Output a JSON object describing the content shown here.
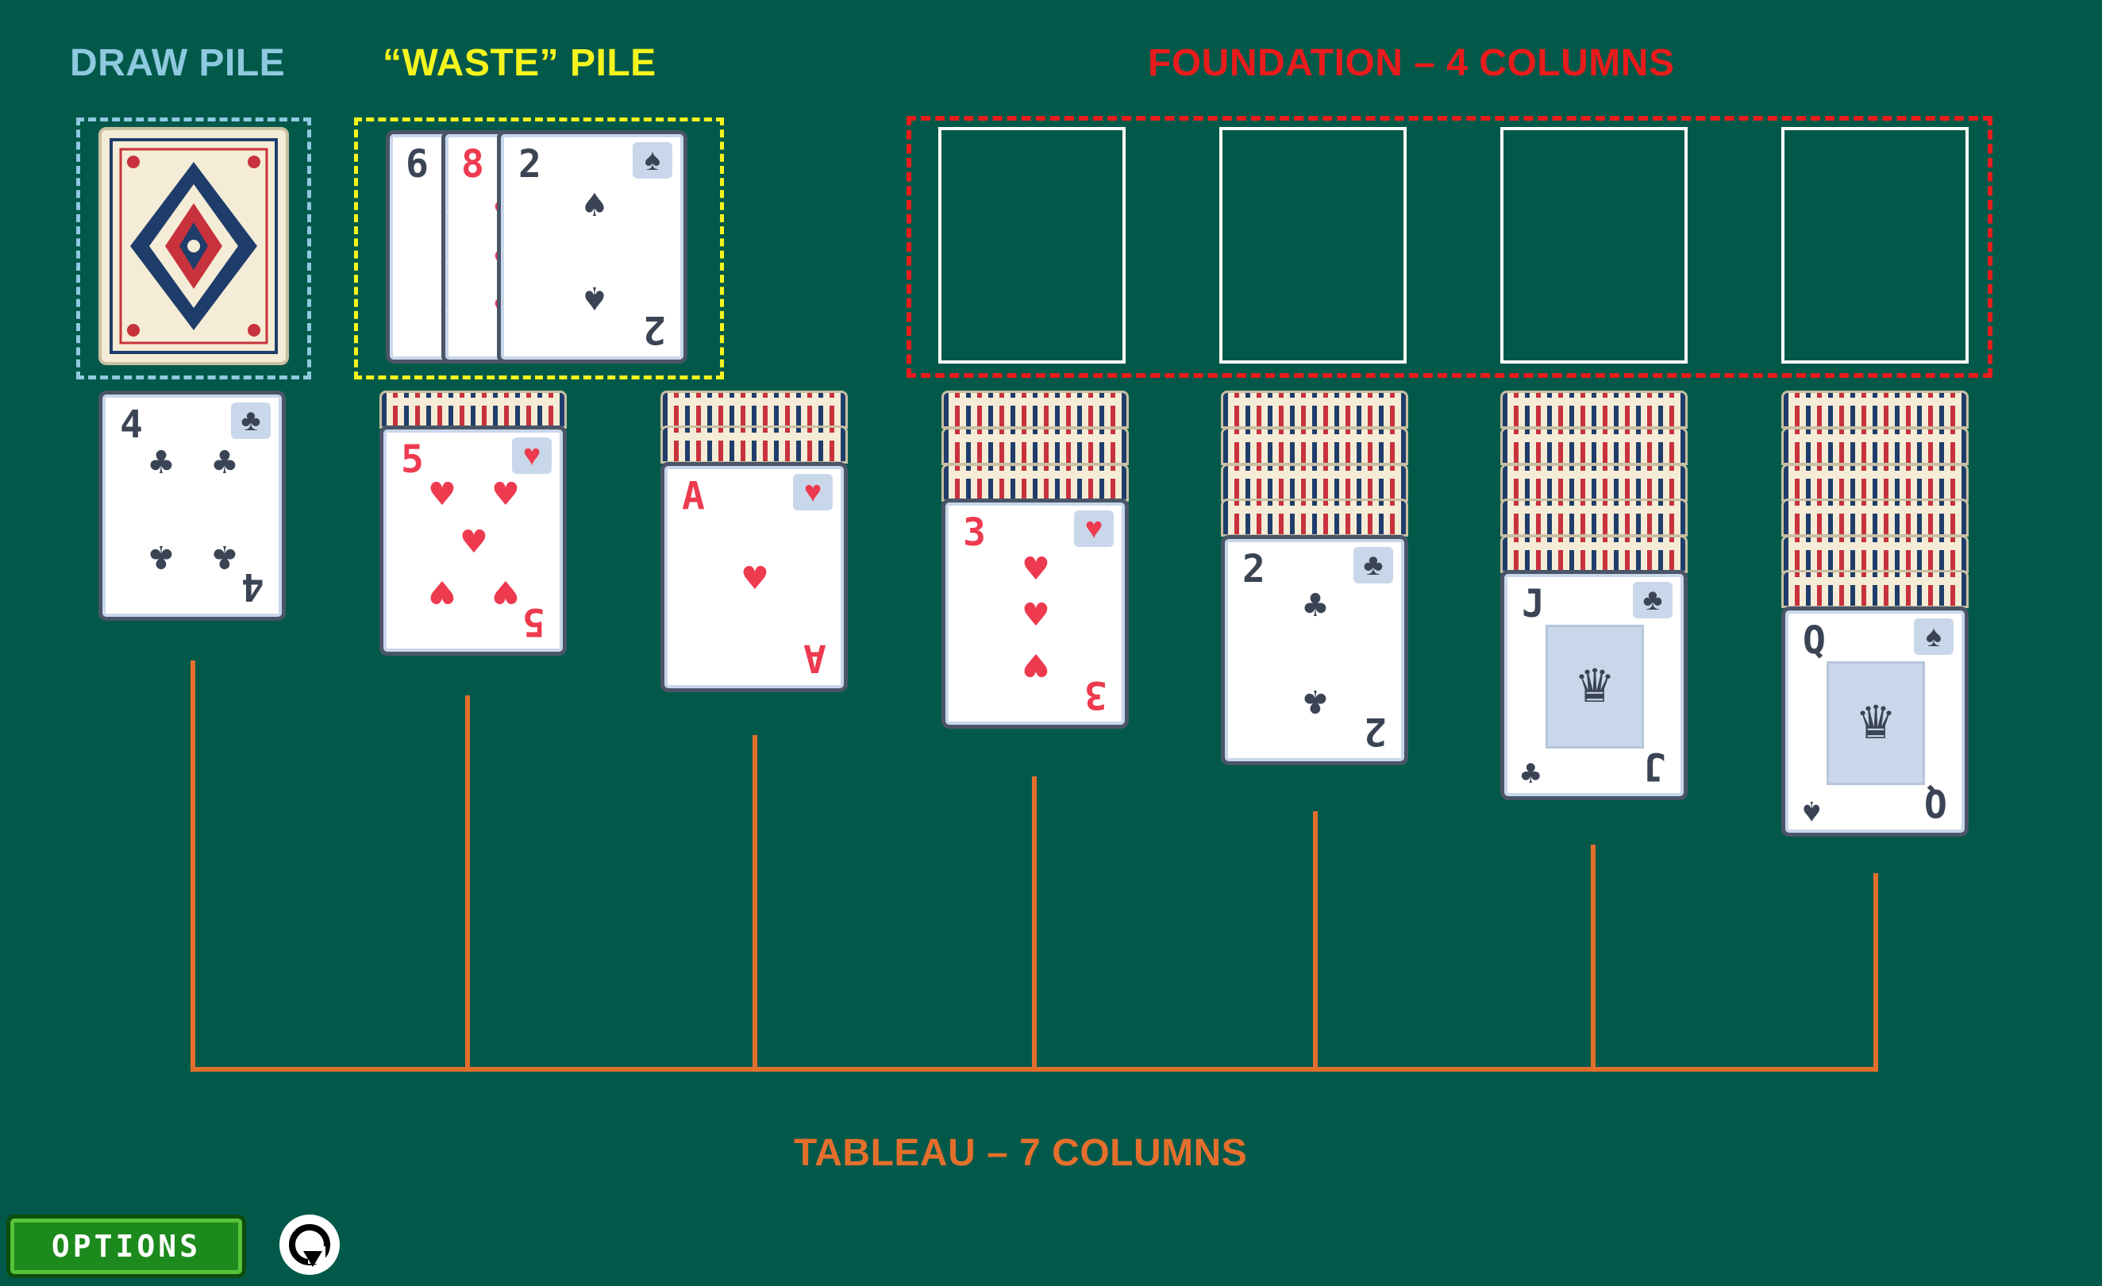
{
  "labels": {
    "draw_pile": "DRAW PILE",
    "waste_pile": "“WASTE” PILE",
    "foundation": "FOUNDATION – 4 COLUMNS",
    "tableau": "TABLEAU – 7 COLUMNS"
  },
  "colors": {
    "background": "#02594a",
    "draw_label": "#8ec9e0",
    "waste_label": "#f5f51d",
    "foundation_label": "#e81c1c",
    "tableau_label": "#e46f2c"
  },
  "waste": [
    {
      "rank": "6",
      "suit": "spade-icon"
    },
    {
      "rank": "8",
      "suit": "heart-icon"
    },
    {
      "rank": "2",
      "suit": "spade-icon"
    }
  ],
  "tableau": [
    {
      "hidden": 0,
      "rank": "4",
      "suit": "club-icon"
    },
    {
      "hidden": 1,
      "rank": "5",
      "suit": "heart-icon"
    },
    {
      "hidden": 2,
      "rank": "A",
      "suit": "heart-icon"
    },
    {
      "hidden": 3,
      "rank": "3",
      "suit": "heart-icon"
    },
    {
      "hidden": 4,
      "rank": "2",
      "suit": "club-icon"
    },
    {
      "hidden": 5,
      "rank": "J",
      "suit": "club-icon"
    },
    {
      "hidden": 6,
      "rank": "Q",
      "suit": "spade-icon"
    }
  ],
  "controls": {
    "options_label": "OPTIONS",
    "refresh_icon": "refresh-icon"
  }
}
